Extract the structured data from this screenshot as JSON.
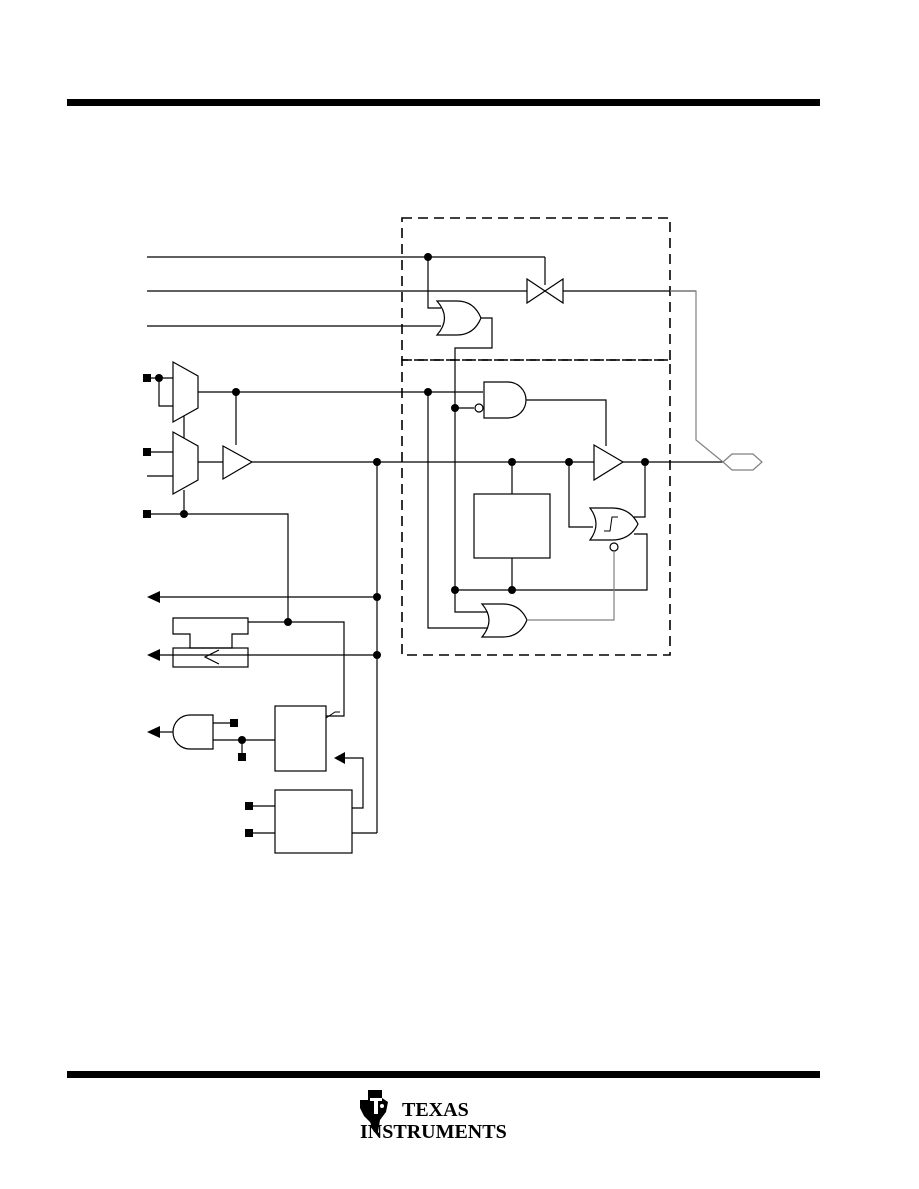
{
  "page": {
    "header_rule_color": "#000000",
    "footer_rule_color": "#000000"
  },
  "diagram": {
    "line_color": "#000000",
    "input_pad_color": "#808080",
    "boundary_style": "dashed",
    "dashed_regions": 2,
    "visible_text": []
  },
  "footer": {
    "logo": {
      "line1": "TEXAS",
      "line2": "INSTRUMENTS",
      "icon": "ti-state-emblem-icon"
    }
  }
}
